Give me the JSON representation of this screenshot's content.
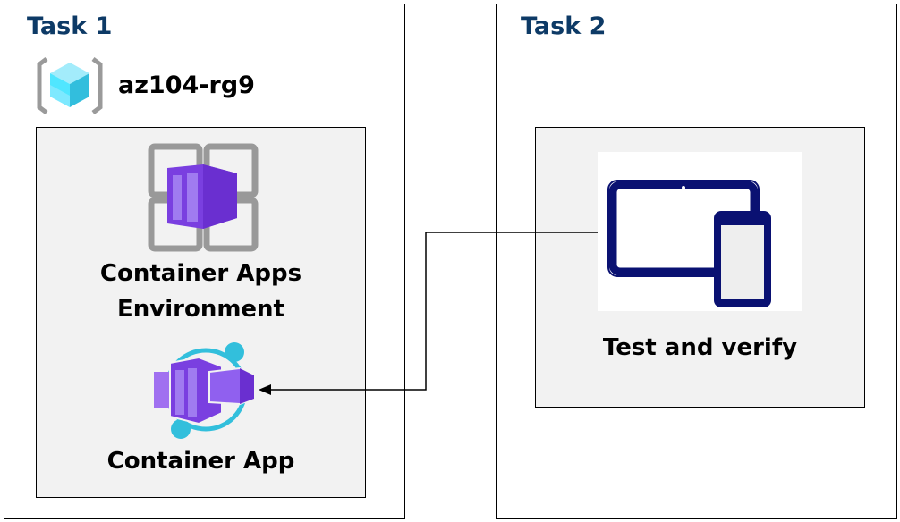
{
  "task1": {
    "title": "Task 1",
    "resource_group": {
      "name": "az104-rg9",
      "icon": "resource-group-icon"
    },
    "environment": {
      "label_line1": "Container Apps",
      "label_line2": "Environment",
      "icon": "container-apps-environment-icon"
    },
    "app": {
      "label": "Container App",
      "icon": "container-app-icon"
    }
  },
  "task2": {
    "title": "Task 2",
    "test": {
      "label": "Test and verify",
      "icon": "devices-icon"
    }
  },
  "colors": {
    "task_title": "#0d3a66",
    "container_purple": "#7a3fe0",
    "app_ring": "#32bfdc",
    "device_navy": "#0a1172"
  }
}
